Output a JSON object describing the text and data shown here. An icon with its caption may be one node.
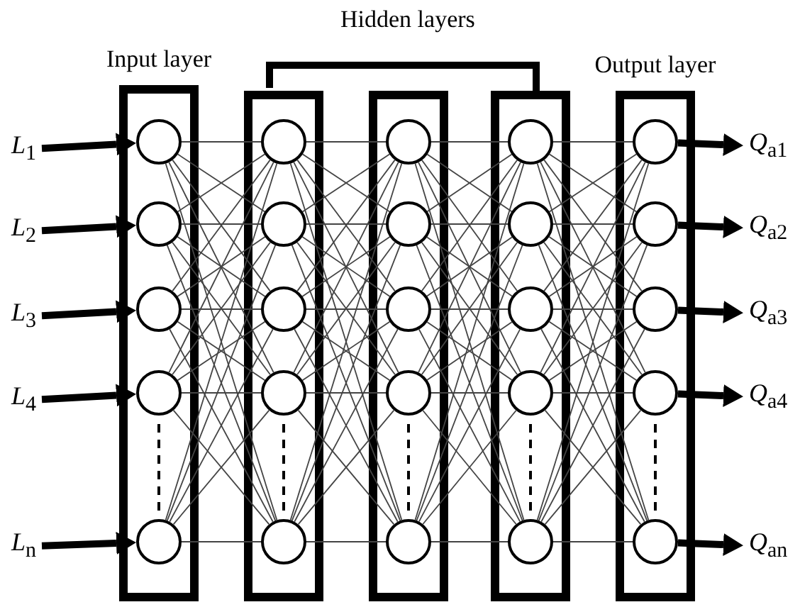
{
  "diagram": {
    "nodes": [
      {
        "text": [
          "Input layer"
        ]
      },
      {
        "text": [],
        "shape": "circle",
        "in": 0
      },
      {
        "text": [],
        "shape": "circle",
        "in": 0
      },
      {
        "text": [],
        "shape": "circle",
        "in": 0
      },
      {
        "text": [],
        "shape": "circle",
        "in": 0
      },
      {
        "text": [],
        "shape": "circle",
        "in": 0
      },
      {
        "text": [],
        "shape": "box"
      },
      {
        "text": [],
        "shape": "circle",
        "in": 6
      },
      {
        "text": [],
        "shape": "circle",
        "in": 6
      },
      {
        "text": [],
        "shape": "circle",
        "in": 6
      },
      {
        "text": [],
        "shape": "circle",
        "in": 6
      },
      {
        "text": [],
        "shape": "circle",
        "in": 6
      },
      {
        "text": [],
        "shape": "box"
      },
      {
        "text": [],
        "shape": "circle",
        "in": 12
      },
      {
        "text": [],
        "shape": "circle",
        "in": 12
      },
      {
        "text": [],
        "shape": "circle",
        "in": 12
      },
      {
        "text": [],
        "shape": "circle",
        "in": 12
      },
      {
        "text": [],
        "shape": "circle",
        "in": 12
      },
      {
        "text": [],
        "shape": "box"
      },
      {
        "text": [],
        "shape": "circle",
        "in": 18
      },
      {
        "text": [],
        "shape": "circle",
        "in": 18
      },
      {
        "text": [],
        "shape": "circle",
        "in": 18
      },
      {
        "text": [],
        "shape": "circle",
        "in": 18
      },
      {
        "text": [],
        "shape": "circle",
        "in": 18
      },
      {
        "text": [
          "Output layer"
        ]
      },
      {
        "text": [],
        "shape": "circle",
        "in": 24
      },
      {
        "text": [],
        "shape": "circle",
        "in": 24
      },
      {
        "text": [],
        "shape": "circle",
        "in": 24
      },
      {
        "text": [],
        "shape": "circle",
        "in": 24
      },
      {
        "text": [],
        "shape": "circle",
        "in": 24
      },
      {
        "text": [
          "*L*$_{1}$"
        ]
      },
      {
        "text": [
          "*L*$_{2}$"
        ]
      },
      {
        "text": [
          "*L*$_{3}$"
        ]
      },
      {
        "text": [
          "*L*$_{4}$"
        ]
      },
      {
        "text": [
          "*L*$_{n}$"
        ]
      },
      {
        "text": [
          "*Q*$_{a1}$"
        ]
      },
      {
        "text": [
          "*Q*$_{a2}$"
        ]
      },
      {
        "text": [
          "*Q*$_{a3}$"
        ]
      },
      {
        "text": [
          "*Q*$_{a4}$"
        ]
      },
      {
        "text": [
          "*Q*$_{an}$"
        ]
      }
    ],
    "edges": [
      {
        "from": 30,
        "to": 1,
        "arrow": "to",
        "style": "thick"
      },
      {
        "from": 31,
        "to": 2,
        "arrow": "to",
        "style": "thick"
      },
      {
        "from": 32,
        "to": 3,
        "arrow": "to",
        "style": "thick"
      },
      {
        "from": 33,
        "to": 4,
        "arrow": "to",
        "style": "thick"
      },
      {
        "from": 34,
        "to": 5,
        "arrow": "to",
        "style": "thick"
      },
      {
        "from": 1,
        "to": 7,
        "arrow": "none"
      },
      {
        "from": 1,
        "to": 8,
        "arrow": "none"
      },
      {
        "from": 1,
        "to": 9,
        "arrow": "none"
      },
      {
        "from": 1,
        "to": 10,
        "arrow": "none"
      },
      {
        "from": 1,
        "to": 11,
        "arrow": "none"
      },
      {
        "from": 2,
        "to": 7,
        "arrow": "none"
      },
      {
        "from": 2,
        "to": 8,
        "arrow": "none"
      },
      {
        "from": 2,
        "to": 9,
        "arrow": "none"
      },
      {
        "from": 2,
        "to": 10,
        "arrow": "none"
      },
      {
        "from": 2,
        "to": 11,
        "arrow": "none"
      },
      {
        "from": 3,
        "to": 7,
        "arrow": "none"
      },
      {
        "from": 3,
        "to": 8,
        "arrow": "none"
      },
      {
        "from": 3,
        "to": 9,
        "arrow": "none"
      },
      {
        "from": 3,
        "to": 10,
        "arrow": "none"
      },
      {
        "from": 3,
        "to": 11,
        "arrow": "none"
      },
      {
        "from": 4,
        "to": 7,
        "arrow": "none"
      },
      {
        "from": 4,
        "to": 8,
        "arrow": "none"
      },
      {
        "from": 4,
        "to": 9,
        "arrow": "none"
      },
      {
        "from": 4,
        "to": 10,
        "arrow": "none"
      },
      {
        "from": 4,
        "to": 11,
        "arrow": "none"
      },
      {
        "from": 5,
        "to": 7,
        "arrow": "none"
      },
      {
        "from": 5,
        "to": 8,
        "arrow": "none"
      },
      {
        "from": 5,
        "to": 9,
        "arrow": "none"
      },
      {
        "from": 5,
        "to": 10,
        "arrow": "none"
      },
      {
        "from": 5,
        "to": 11,
        "arrow": "none"
      },
      {
        "from": 7,
        "to": 13,
        "arrow": "none"
      },
      {
        "from": 7,
        "to": 14,
        "arrow": "none"
      },
      {
        "from": 7,
        "to": 15,
        "arrow": "none"
      },
      {
        "from": 7,
        "to": 16,
        "arrow": "none"
      },
      {
        "from": 7,
        "to": 17,
        "arrow": "none"
      },
      {
        "from": 8,
        "to": 13,
        "arrow": "none"
      },
      {
        "from": 8,
        "to": 14,
        "arrow": "none"
      },
      {
        "from": 8,
        "to": 15,
        "arrow": "none"
      },
      {
        "from": 8,
        "to": 16,
        "arrow": "none"
      },
      {
        "from": 8,
        "to": 17,
        "arrow": "none"
      },
      {
        "from": 9,
        "to": 13,
        "arrow": "none"
      },
      {
        "from": 9,
        "to": 14,
        "arrow": "none"
      },
      {
        "from": 9,
        "to": 15,
        "arrow": "none"
      },
      {
        "from": 9,
        "to": 16,
        "arrow": "none"
      },
      {
        "from": 9,
        "to": 17,
        "arrow": "none"
      },
      {
        "from": 10,
        "to": 13,
        "arrow": "none"
      },
      {
        "from": 10,
        "to": 14,
        "arrow": "none"
      },
      {
        "from": 10,
        "to": 15,
        "arrow": "none"
      },
      {
        "from": 10,
        "to": 16,
        "arrow": "none"
      },
      {
        "from": 10,
        "to": 17,
        "arrow": "none"
      },
      {
        "from": 11,
        "to": 13,
        "arrow": "none"
      },
      {
        "from": 11,
        "to": 14,
        "arrow": "none"
      },
      {
        "from": 11,
        "to": 15,
        "arrow": "none"
      },
      {
        "from": 11,
        "to": 16,
        "arrow": "none"
      },
      {
        "from": 11,
        "to": 17,
        "arrow": "none"
      },
      {
        "from": 13,
        "to": 19,
        "arrow": "none"
      },
      {
        "from": 13,
        "to": 20,
        "arrow": "none"
      },
      {
        "from": 13,
        "to": 21,
        "arrow": "none"
      },
      {
        "from": 13,
        "to": 22,
        "arrow": "none"
      },
      {
        "from": 13,
        "to": 23,
        "arrow": "none"
      },
      {
        "from": 14,
        "to": 19,
        "arrow": "none"
      },
      {
        "from": 14,
        "to": 20,
        "arrow": "none"
      },
      {
        "from": 14,
        "to": 21,
        "arrow": "none"
      },
      {
        "from": 14,
        "to": 22,
        "arrow": "none"
      },
      {
        "from": 14,
        "to": 23,
        "arrow": "none"
      },
      {
        "from": 15,
        "to": 19,
        "arrow": "none"
      },
      {
        "from": 15,
        "to": 20,
        "arrow": "none"
      },
      {
        "from": 15,
        "to": 21,
        "arrow": "none"
      },
      {
        "from": 15,
        "to": 22,
        "arrow": "none"
      },
      {
        "from": 15,
        "to": 23,
        "arrow": "none"
      },
      {
        "from": 16,
        "to": 19,
        "arrow": "none"
      },
      {
        "from": 16,
        "to": 20,
        "arrow": "none"
      },
      {
        "from": 16,
        "to": 21,
        "arrow": "none"
      },
      {
        "from": 16,
        "to": 22,
        "arrow": "none"
      },
      {
        "from": 16,
        "to": 23,
        "arrow": "none"
      },
      {
        "from": 17,
        "to": 19,
        "arrow": "none"
      },
      {
        "from": 17,
        "to": 20,
        "arrow": "none"
      },
      {
        "from": 17,
        "to": 21,
        "arrow": "none"
      },
      {
        "from": 17,
        "to": 22,
        "arrow": "none"
      },
      {
        "from": 17,
        "to": 23,
        "arrow": "none"
      },
      {
        "from": 19,
        "to": 25,
        "arrow": "none"
      },
      {
        "from": 19,
        "to": 26,
        "arrow": "none"
      },
      {
        "from": 19,
        "to": 27,
        "arrow": "none"
      },
      {
        "from": 19,
        "to": 28,
        "arrow": "none"
      },
      {
        "from": 19,
        "to": 29,
        "arrow": "none"
      },
      {
        "from": 20,
        "to": 25,
        "arrow": "none"
      },
      {
        "from": 20,
        "to": 26,
        "arrow": "none"
      },
      {
        "from": 20,
        "to": 27,
        "arrow": "none"
      },
      {
        "from": 20,
        "to": 28,
        "arrow": "none"
      },
      {
        "from": 20,
        "to": 29,
        "arrow": "none"
      },
      {
        "from": 21,
        "to": 25,
        "arrow": "none"
      },
      {
        "from": 21,
        "to": 26,
        "arrow": "none"
      },
      {
        "from": 21,
        "to": 27,
        "arrow": "none"
      },
      {
        "from": 21,
        "to": 28,
        "arrow": "none"
      },
      {
        "from": 21,
        "to": 29,
        "arrow": "none"
      },
      {
        "from": 22,
        "to": 25,
        "arrow": "none"
      },
      {
        "from": 22,
        "to": 26,
        "arrow": "none"
      },
      {
        "from": 22,
        "to": 27,
        "arrow": "none"
      },
      {
        "from": 22,
        "to": 28,
        "arrow": "none"
      },
      {
        "from": 22,
        "to": 29,
        "arrow": "none"
      },
      {
        "from": 23,
        "to": 25,
        "arrow": "none"
      },
      {
        "from": 23,
        "to": 26,
        "arrow": "none"
      },
      {
        "from": 23,
        "to": 27,
        "arrow": "none"
      },
      {
        "from": 23,
        "to": 28,
        "arrow": "none"
      },
      {
        "from": 23,
        "to": 29,
        "arrow": "none"
      },
      {
        "from": 25,
        "to": 35,
        "arrow": "to",
        "style": "thick"
      },
      {
        "from": 26,
        "to": 36,
        "arrow": "to",
        "style": "thick"
      },
      {
        "from": 27,
        "to": 37,
        "arrow": "to",
        "style": "thick"
      },
      {
        "from": 28,
        "to": 38,
        "arrow": "to",
        "style": "thick"
      },
      {
        "from": 29,
        "to": 39,
        "arrow": "to",
        "style": "thick"
      }
    ],
    "labels": [
      "Hidden layers"
    ]
  }
}
